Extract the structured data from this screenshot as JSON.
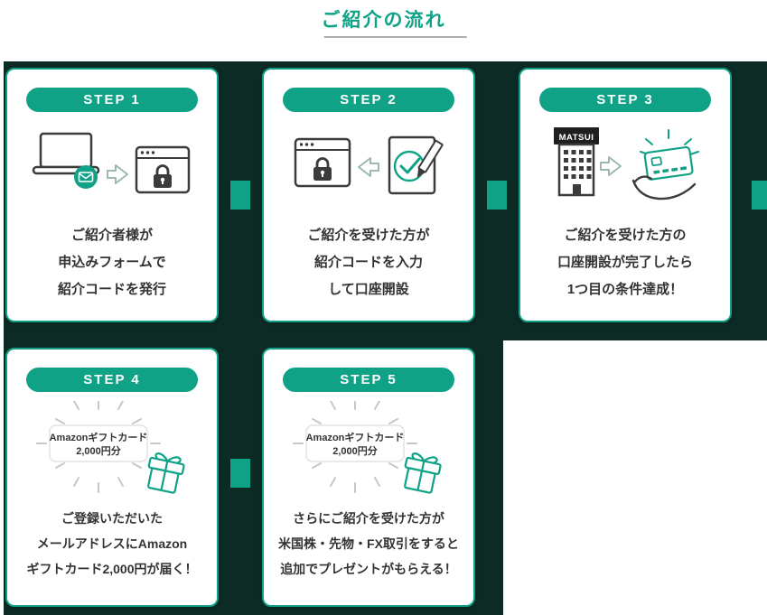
{
  "page": {
    "title": "ご紹介の流れ",
    "accent_color": "#10a287",
    "backdrop_color": "#0c2b24",
    "text_color": "#333333"
  },
  "steps": [
    {
      "badge": "STEP 1",
      "lines": [
        "ご紹介者様が",
        "申込みフォームで",
        "紹介コードを発行"
      ]
    },
    {
      "badge": "STEP 2",
      "lines": [
        "ご紹介を受けた方が",
        "紹介コードを入力",
        "して口座開設"
      ]
    },
    {
      "badge": "STEP 3",
      "lines": [
        "ご紹介を受けた方の",
        "口座開設が完了したら",
        "1つ目の条件達成！"
      ]
    },
    {
      "badge": "STEP 4",
      "lines": [
        "ご登録いただいた",
        "メールアドレスにAmazon",
        "ギフトカード2,000円が届く！"
      ]
    },
    {
      "badge": "STEP 5",
      "lines": [
        "さらにご紹介を受けた方が",
        "米国株・先物・FX取引をすると",
        "追加でプレゼントがもらえる！"
      ]
    }
  ],
  "icons": {
    "matsui_sign": "MATSUI",
    "gift_label": [
      "Amazonギフトカード",
      "2,000円分"
    ]
  }
}
